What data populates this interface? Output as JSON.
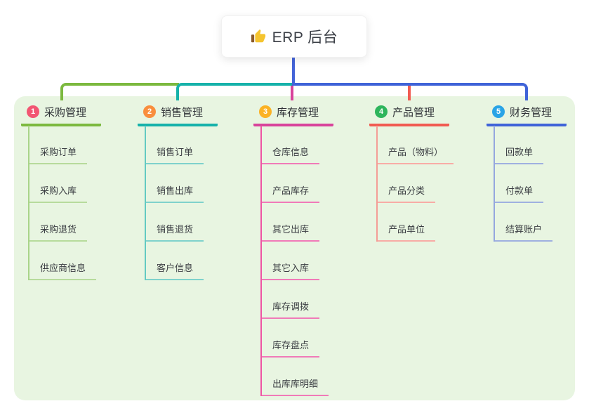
{
  "root": {
    "label": "ERP 后台",
    "icon": "thumbs-up-icon"
  },
  "colors": {
    "panel_background": "#e8f5e1",
    "root_connector": "#4464d8",
    "root_text": "#3b3f46",
    "thumb_yellow": "#f5c42e",
    "thumb_cuff_brown": "#8a5a2b"
  },
  "branches": [
    {
      "num": "1",
      "label": "采购管理",
      "badge_color": "#f25672",
      "line_color": "#7cb93f",
      "trunk_color": "#a9d489",
      "light_color": "#b7db9c",
      "children": [
        "采购订单",
        "采购入库",
        "采购退货",
        "供应商信息"
      ]
    },
    {
      "num": "2",
      "label": "销售管理",
      "badge_color": "#f98e3d",
      "line_color": "#16b2aa",
      "trunk_color": "#63cac2",
      "light_color": "#7fd2cc",
      "children": [
        "销售订单",
        "销售出库",
        "销售退货",
        "客户信息"
      ]
    },
    {
      "num": "3",
      "label": "库存管理",
      "badge_color": "#fbb224",
      "line_color": "#d8439b",
      "trunk_color": "#ee54a3",
      "light_color": "#f07ab8",
      "children": [
        "仓库信息",
        "产品库存",
        "其它出库",
        "其它入库",
        "库存调拨",
        "库存盘点",
        "出库库明细"
      ]
    },
    {
      "num": "4",
      "label": "产品管理",
      "badge_color": "#2eb55c",
      "line_color": "#f15b51",
      "trunk_color": "#f49d96",
      "light_color": "#f8aca6",
      "children": [
        "产品（物料）",
        "产品分类",
        "产品单位"
      ]
    },
    {
      "num": "5",
      "label": "财务管理",
      "badge_color": "#29a4e6",
      "line_color": "#3f63d8",
      "trunk_color": "#94a7de",
      "light_color": "#9fb0e0",
      "children": [
        "回款单",
        "付款单",
        "结算账户"
      ]
    }
  ]
}
